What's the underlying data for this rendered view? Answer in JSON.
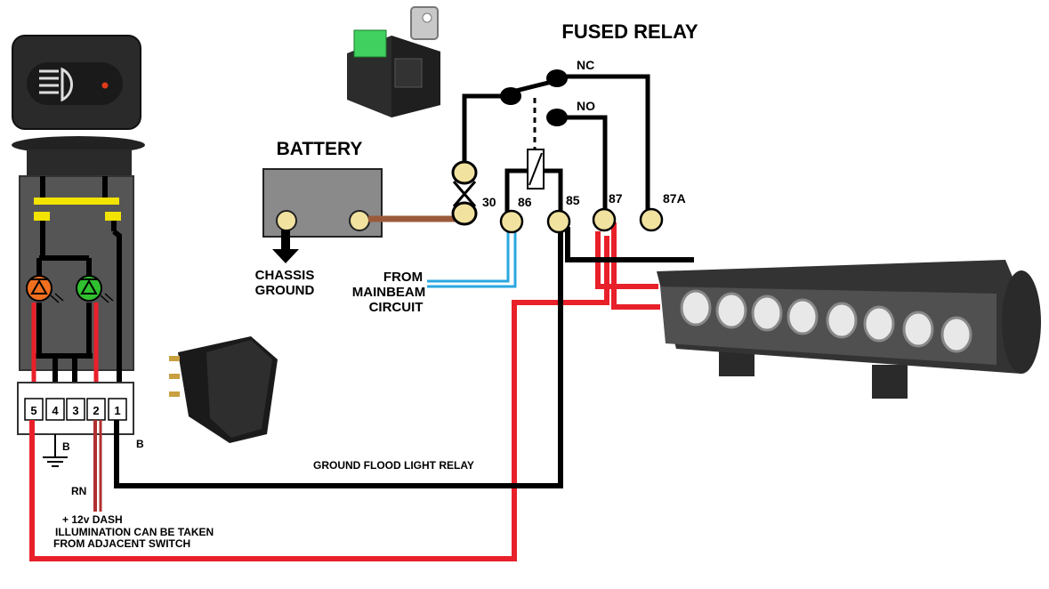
{
  "title": "FUSED RELAY",
  "battery": {
    "label": "BATTERY"
  },
  "chassis_ground": {
    "line1": "CHASSIS",
    "line2": "GROUND"
  },
  "from_mainbeam": {
    "line1": "FROM",
    "line2": "MAINBEAM",
    "line3": "CIRCUIT"
  },
  "relay_contacts": {
    "nc": "NC",
    "no": "NO"
  },
  "relay_terminals": {
    "t30": "30",
    "t86": "86",
    "t85": "85",
    "t87": "87",
    "t87a": "87A"
  },
  "switch_pins": {
    "p5": "5",
    "p4": "4",
    "p3": "3",
    "p2": "2",
    "p1": "1"
  },
  "wire_labels": {
    "b_left": "B",
    "b_right": "B",
    "rn": "RN",
    "ground_flood": "GROUND FLOOD LIGHT RELAY"
  },
  "dash_note": {
    "line1": "+ 12v DASH",
    "line2": "ILLUMINATION CAN BE TAKEN",
    "line3": "FROM ADJACENT SWITCH"
  },
  "colors": {
    "positive_wire": "#e8202a",
    "ground_wire": "#000000",
    "mainbeam_wire": "#2aa8e0",
    "battery_lead": "#9a5a3a",
    "led_orange": "#f07020",
    "led_green": "#30c030"
  }
}
